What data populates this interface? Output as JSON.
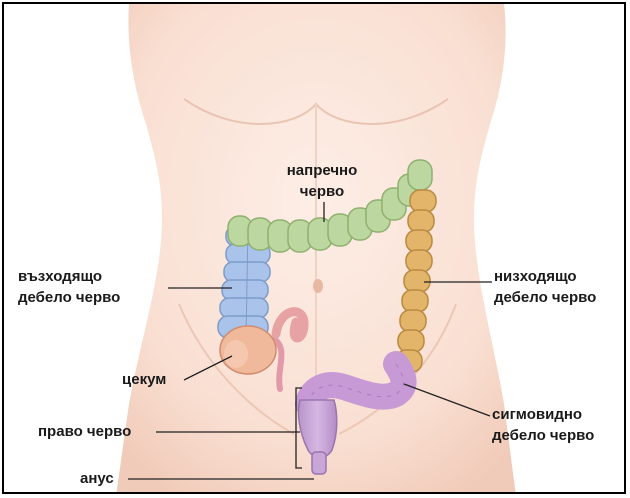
{
  "labels": {
    "transverse": [
      "напречно",
      "черво"
    ],
    "ascending": [
      "възходящо",
      "дебело черво"
    ],
    "descending": [
      "низходящо",
      "дебело черво"
    ],
    "cecum": "цекум",
    "rectum": "право черво",
    "sigmoid": [
      "сигмовидно",
      "дебело черво"
    ],
    "anus": "анус"
  },
  "colors": {
    "ascending": "#a9c3ea",
    "transverse": "#bcd7a0",
    "descending": "#e2b56a",
    "sigmoid": "#c79ad6",
    "cecum": "#f0b99b",
    "skin": "#fbe6dc",
    "skin_shadow": "#eec9b8"
  }
}
